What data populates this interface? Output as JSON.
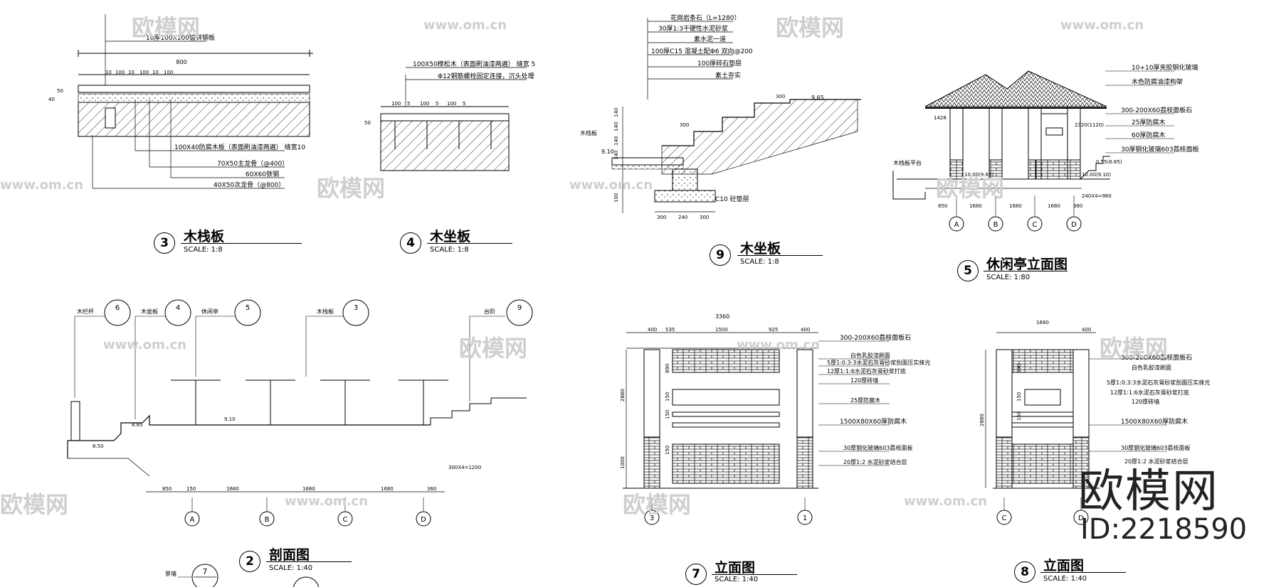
{
  "drawings": {
    "d3": {
      "num": "3",
      "title": "木栈板",
      "scale": "SCALE: 1:8",
      "dims": [
        "800",
        "10",
        "100",
        "10",
        "100",
        "10",
        "100",
        "50",
        "40"
      ],
      "notes": [
        "10厚100X100镀锌钢板",
        "100X40防腐木板（表面刷油漆两遍）  缝宽10",
        "70X50主龙骨（@400）",
        "60X60铁钢",
        "40X50次龙骨（@800）"
      ]
    },
    "d4": {
      "num": "4",
      "title": "木坐板",
      "scale": "SCALE: 1:8",
      "dims": [
        "100",
        "5",
        "100",
        "5",
        "100",
        "5",
        "50"
      ],
      "notes": [
        "100X50樟松木（表面刷油漆两遍） 缝宽 5",
        "Φ12钢筋螺栓固定连接，沉头处理"
      ]
    },
    "d9": {
      "num": "9",
      "title": "木坐板",
      "scale": "SCALE: 1:8",
      "dims": [
        "300",
        "300",
        "9.65",
        "9.10",
        "140",
        "140",
        "140",
        "140",
        "100",
        "300",
        "240",
        "300",
        "100"
      ],
      "notes": [
        "花岗岩条石（L=1280）",
        "30厚1:3干硬性水泥砂浆",
        "素水泥一道",
        "100厚C15 混凝土配Φ6 双向@200",
        "100厚碎石垫层",
        "素土夯实",
        "木栈板",
        "C10 砼垫层"
      ]
    },
    "d5": {
      "num": "5",
      "title": "休闲亭立面图",
      "scale": "SCALE: 1:80",
      "dims": [
        "1428",
        "850",
        "1680",
        "1680",
        "1680",
        "360",
        "240X4=960",
        "2320(1120)",
        "10.00(9.65)",
        "10.00(9.10)",
        "0.55(6.65)"
      ],
      "notes": [
        "10+10厚夹胶钢化玻璃",
        "木色防腐油漆构架",
        "300-200X60荔枝面板石",
        "25厚防腐木",
        "60厚防腐木",
        "30厚钢化玻璃603荔枝面板",
        "木栈板平台"
      ],
      "axes": [
        "A",
        "B",
        "C",
        "D"
      ]
    },
    "d2": {
      "num": "2",
      "title": "剖面图",
      "scale": "SCALE: 1:40",
      "dims": [
        "850",
        "150",
        "1680",
        "1680",
        "1680",
        "360",
        "300X4=1200",
        "8.50",
        "8.85",
        "9.10"
      ],
      "refs": [
        "6",
        "4",
        "5",
        "3",
        "9"
      ],
      "ref_notes": [
        "木栏杆",
        "木坐板",
        "休闲亭",
        "木栈板",
        "台阶"
      ],
      "axes": [
        "A",
        "B",
        "C",
        "D"
      ]
    },
    "d7": {
      "num": "7",
      "title": "立面图",
      "scale": "SCALE: 1:40",
      "dims": [
        "3360",
        "400",
        "535",
        "1500",
        "925",
        "400",
        "2880",
        "1000",
        "890",
        "150",
        "150",
        "150"
      ],
      "notes": [
        "300-200X60荔枝面板石",
        "白色乳胶漆刷面",
        "5厚1:0.3:3水泥石灰膏砂浆刮面压实抹光",
        "12厚1:1:6水泥石灰膏砂浆打底",
        "120厚砖墙",
        "25厚防腐木",
        "1500X80X60厚防腐木",
        "30厚钢化玻璃603荔枝面板",
        "20厚1:2 水泥砂浆结合层"
      ],
      "axes": [
        "3",
        "1"
      ]
    },
    "d8": {
      "num": "8",
      "title": "立面图",
      "scale": "SCALE: 1:40",
      "dims": [
        "1680",
        "400",
        "2880",
        "890",
        "150",
        "150"
      ],
      "notes": [
        "300-200X60荔枝面板石",
        "白色乳胶漆刷面",
        "5厚1:0.3:3水泥石灰膏砂浆刮面压实抹光",
        "12厚1:1:6水泥石灰膏砂浆打底",
        "120厚砖墙",
        "1500X80X60厚防腐木",
        "30厚钢化玻璃603荔枝面板",
        "20厚1:2 水泥砂浆结合层"
      ],
      "axes": [
        "C",
        "D"
      ]
    },
    "d7b": {
      "num": "7",
      "label": "景墙"
    }
  },
  "watermark": {
    "cn": "欧模网",
    "url": "www.om.cn"
  },
  "brand": {
    "name": "欧模网",
    "id": "ID:2218590"
  }
}
